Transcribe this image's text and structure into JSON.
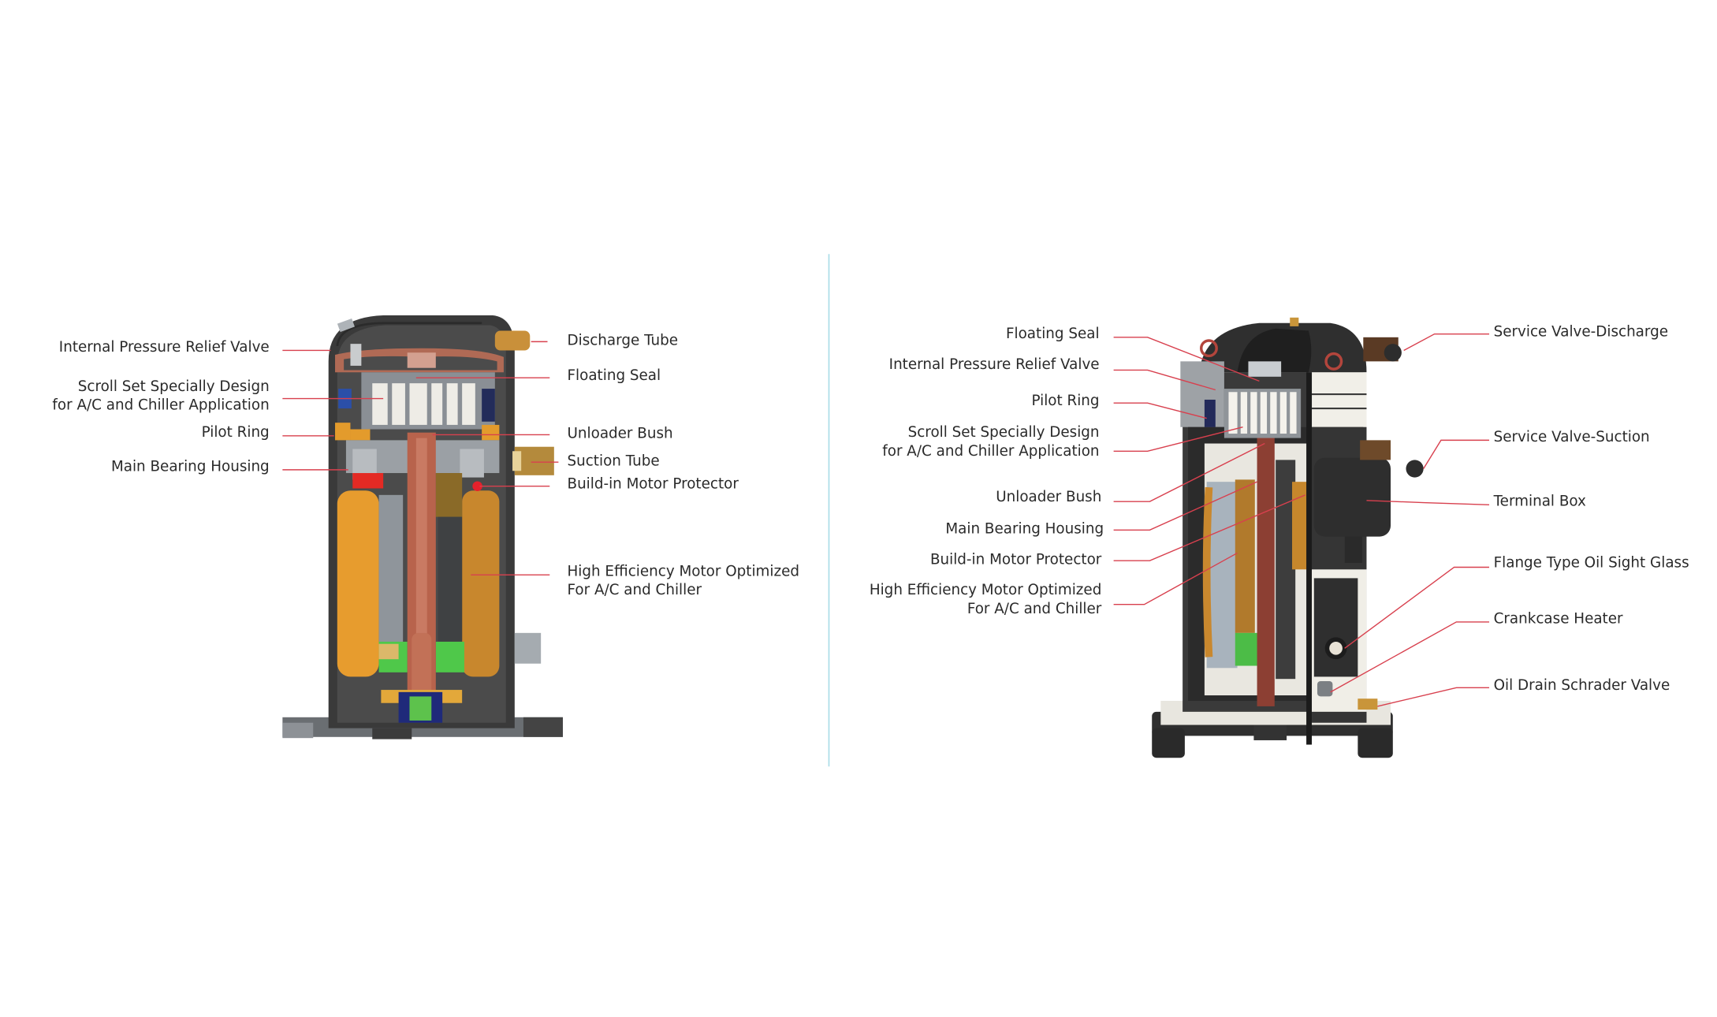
{
  "colors": {
    "leader": "#d8404e",
    "divider": "#a9dde8",
    "text": "#2a2a2a"
  },
  "left_diagram": {
    "labels_left": [
      "Internal Pressure Relief Valve",
      "Scroll Set Specially Design\nfor A/C and Chiller Application",
      "Pilot Ring",
      "Main Bearing Housing"
    ],
    "labels_right": [
      "Discharge Tube",
      "Floating Seal",
      "Unloader Bush",
      "Suction Tube",
      "Build-in Motor Protector",
      "High Efficiency Motor Optimized\nFor A/C and Chiller"
    ]
  },
  "right_diagram": {
    "labels_left": [
      "Floating Seal",
      "Internal Pressure Relief Valve",
      "Pilot Ring",
      "Scroll Set Specially Design\nfor A/C and Chiller Application",
      "Unloader Bush",
      "Main Bearing Housing",
      "Build-in Motor Protector",
      "High Efficiency Motor Optimized\nFor A/C and Chiller"
    ],
    "labels_right": [
      "Service Valve-Discharge",
      "Service Valve-Suction",
      "Terminal Box",
      "Flange Type Oil Sight Glass",
      "Crankcase Heater",
      "Oil Drain Schrader Valve"
    ]
  }
}
